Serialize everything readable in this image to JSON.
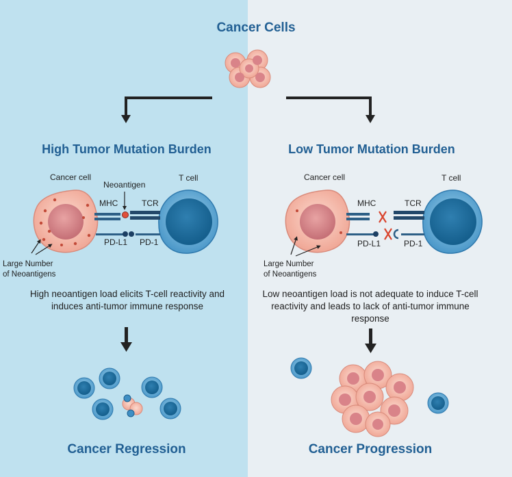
{
  "top": {
    "title": "Cancer Cells"
  },
  "left": {
    "heading": "High Tumor Mutation Burden",
    "cancer_cell": "Cancer cell",
    "t_cell": "T cell",
    "neoantigen": "Neoantigen",
    "mhc": "MHC",
    "tcr": "TCR",
    "pdl1": "PD-L1",
    "pd1": "PD-1",
    "large_number_1": "Large Number",
    "large_number_2": "of Neoantigens",
    "description": "High neoantigen load elicits T-cell reactivity and induces anti-tumor immune response",
    "outcome": "Cancer Regression"
  },
  "right": {
    "heading": "Low Tumor Mutation Burden",
    "cancer_cell": "Cancer cell",
    "t_cell": "T cell",
    "mhc": "MHC",
    "tcr": "TCR",
    "pdl1": "PD-L1",
    "pd1": "PD-1",
    "large_number_1": "Large Number",
    "large_number_2": "of Neoantigens",
    "description": "Low neoantigen load is not adequate to induce T-cell reactivity and leads to lack of anti-tumor immune response",
    "outcome": "Cancer Progression"
  },
  "colors": {
    "left_bg": "#bfe1ef",
    "right_bg": "#e9eff3",
    "heading": "#215f93",
    "cancer_cell": "#f4b8a8",
    "t_cell": "#3f8fc4",
    "neoantigen": "#e0503a"
  }
}
